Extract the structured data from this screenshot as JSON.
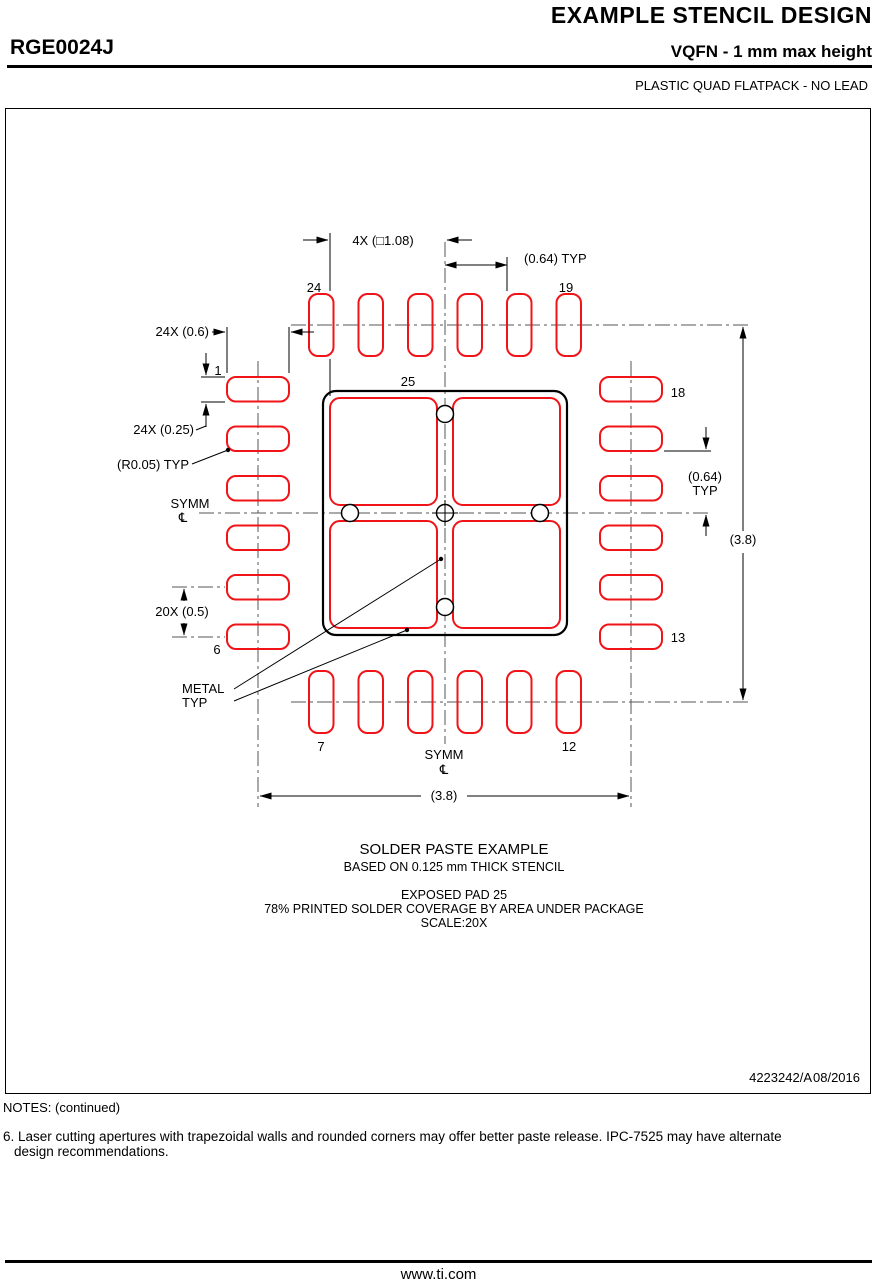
{
  "page": {
    "title": "EXAMPLE STENCIL DESIGN",
    "part_number": "RGE0024J",
    "package_type": "VQFN - 1 mm max height",
    "package_desc": "PLASTIC QUAD FLATPACK - NO LEAD",
    "doc_number": "4223242/A",
    "doc_date": "08/2016",
    "notes_header": "NOTES: (continued)",
    "note6_lines": [
      "6. Laser cutting apertures with trapezoidal walls and rounded corners may offer better paste release. IPC-7525 may have alternate",
      "design recommendations."
    ],
    "footer_url": "www.ti.com"
  },
  "drawing": {
    "dims": {
      "quad_size": "4X (□1.08)",
      "gap_top": "(0.64) TYP",
      "pad_length": "24X (0.6)",
      "pad_width": "24X (0.25)",
      "corner_radius": "(R0.05) TYP",
      "pitch": "20X (0.5)",
      "metal_l1": "METAL",
      "metal_l2": "TYP",
      "span_h": "(3.8)",
      "span_v": "(3.8)",
      "gap_right_l1": "(0.64)",
      "gap_right_l2": "TYP",
      "symm": "SYMM",
      "centerline_symbol": "℄"
    },
    "pins": {
      "p1": "1",
      "p6": "6",
      "p7": "7",
      "p12": "12",
      "p13": "13",
      "p18": "18",
      "p19": "19",
      "p24": "24",
      "p25": "25"
    },
    "caption": {
      "line1": "SOLDER PASTE EXAMPLE",
      "line2": "BASED ON 0.125 mm THICK STENCIL",
      "line3": "EXPOSED PAD 25",
      "line4": "78% PRINTED SOLDER COVERAGE BY AREA UNDER PACKAGE",
      "line5": "SCALE:20X"
    },
    "colors": {
      "pad": "#f01418",
      "line": "#000000"
    }
  }
}
